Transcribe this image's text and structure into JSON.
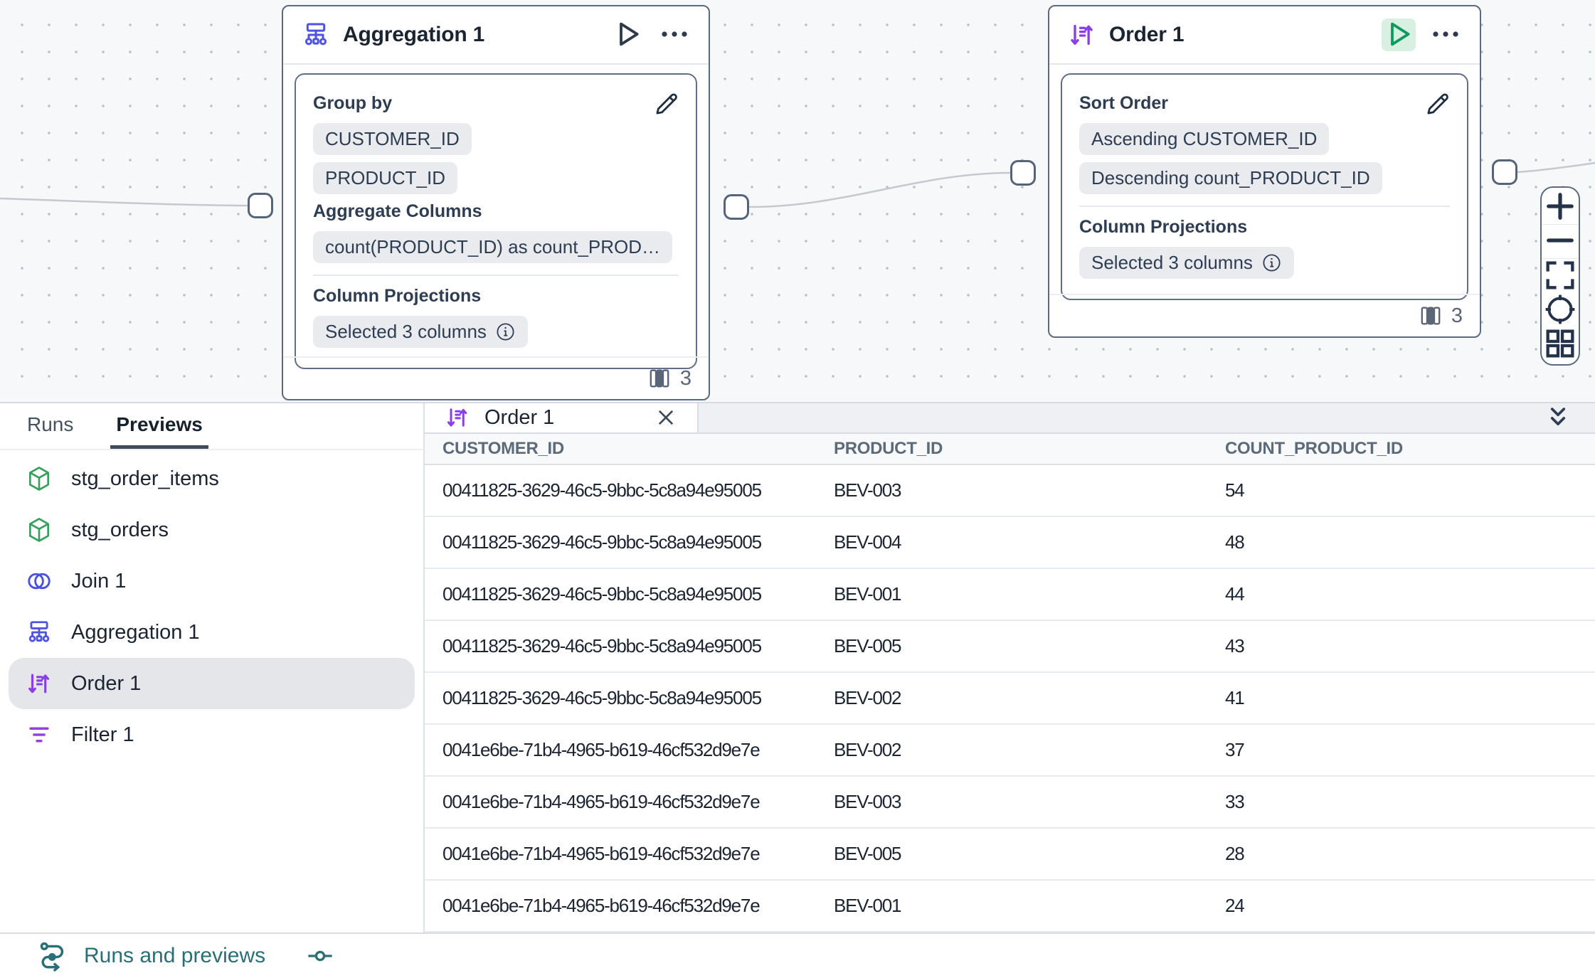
{
  "canvas": {
    "nodes": [
      {
        "title": "Aggregation 1",
        "type": "aggregation",
        "sections": [
          {
            "label": "Group by",
            "chips": [
              "CUSTOMER_ID",
              "PRODUCT_ID"
            ]
          },
          {
            "label": "Aggregate Columns",
            "chips": [
              "count(PRODUCT_ID) as count_PROD…"
            ]
          },
          {
            "label": "Column Projections",
            "chips": [
              "Selected 3 columns"
            ]
          }
        ],
        "column_count": "3"
      },
      {
        "title": "Order 1",
        "type": "order",
        "sections": [
          {
            "label": "Sort Order",
            "chips": [
              "Ascending CUSTOMER_ID",
              "Descending count_PRODUCT_ID"
            ]
          },
          {
            "label": "Column Projections",
            "chips": [
              "Selected 3 columns"
            ]
          }
        ],
        "column_count": "3"
      }
    ],
    "zoom_toolbar_icons": [
      "plus-icon",
      "minus-icon",
      "fullscreen-icon",
      "locate-icon",
      "grid-icon"
    ]
  },
  "bottom_panel": {
    "tabs": {
      "runs": "Runs",
      "previews": "Previews"
    },
    "sidebar_items": [
      {
        "label": "stg_order_items",
        "icon": "cube",
        "selected": false
      },
      {
        "label": "stg_orders",
        "icon": "cube",
        "selected": false
      },
      {
        "label": "Join 1",
        "icon": "join",
        "selected": false
      },
      {
        "label": "Aggregation 1",
        "icon": "aggregation",
        "selected": false
      },
      {
        "label": "Order 1",
        "icon": "order",
        "selected": true
      },
      {
        "label": "Filter 1",
        "icon": "filter",
        "selected": false
      }
    ],
    "preview": {
      "tab_title": "Order 1",
      "columns": [
        "CUSTOMER_ID",
        "PRODUCT_ID",
        "COUNT_PRODUCT_ID"
      ],
      "rows": [
        [
          "00411825-3629-46c5-9bbc-5c8a94e95005",
          "BEV-003",
          "54"
        ],
        [
          "00411825-3629-46c5-9bbc-5c8a94e95005",
          "BEV-004",
          "48"
        ],
        [
          "00411825-3629-46c5-9bbc-5c8a94e95005",
          "BEV-001",
          "44"
        ],
        [
          "00411825-3629-46c5-9bbc-5c8a94e95005",
          "BEV-005",
          "43"
        ],
        [
          "00411825-3629-46c5-9bbc-5c8a94e95005",
          "BEV-002",
          "41"
        ],
        [
          "0041e6be-71b4-4965-b619-46cf532d9e7e",
          "BEV-002",
          "37"
        ],
        [
          "0041e6be-71b4-4965-b619-46cf532d9e7e",
          "BEV-003",
          "33"
        ],
        [
          "0041e6be-71b4-4965-b619-46cf532d9e7e",
          "BEV-005",
          "28"
        ],
        [
          "0041e6be-71b4-4965-b619-46cf532d9e7e",
          "BEV-001",
          "24"
        ]
      ]
    }
  },
  "status_bar": {
    "label": "Runs and previews"
  },
  "colors": {
    "accent_teal": "#2a6f76",
    "indigo": "#4f54e0",
    "purple": "#8a3ee8",
    "green_dataset": "#38a05e",
    "play_green": "#0f9960",
    "play_green_bg": "#d8f0e2",
    "node_border": "#5c6a7e",
    "chip_bg": "#e9ebef",
    "canvas_bg": "#f7f8fa"
  }
}
